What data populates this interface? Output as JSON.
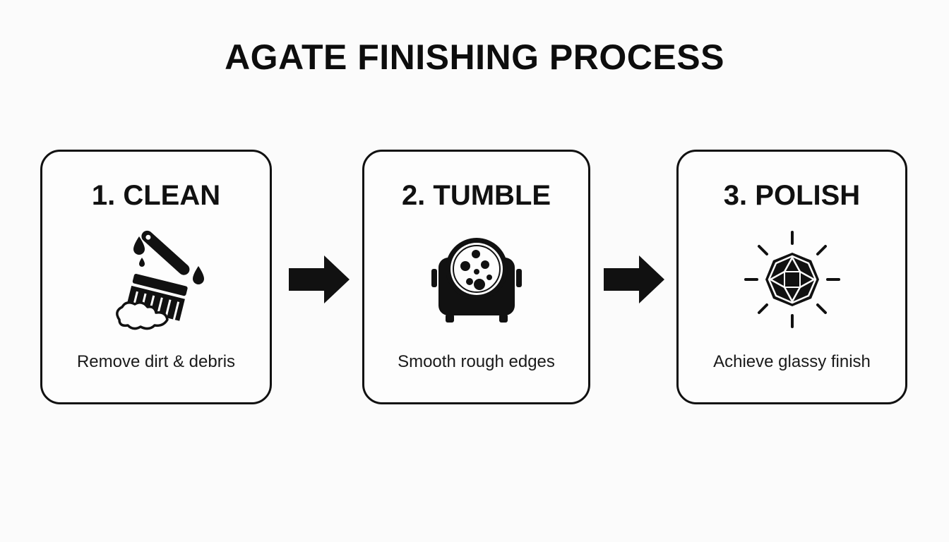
{
  "title": "AGATE FINISHING PROCESS",
  "steps": [
    {
      "title": "1. CLEAN",
      "description": "Remove dirt & debris",
      "icon": "brush-icon"
    },
    {
      "title": "2. TUMBLE",
      "description": "Smooth rough edges",
      "icon": "rock-tumbler-icon"
    },
    {
      "title": "3. POLISH",
      "description": "Achieve glassy finish",
      "icon": "sparkling-gem-icon"
    }
  ],
  "arrows": [
    "arrow-right-icon",
    "arrow-right-icon"
  ],
  "colors": {
    "ink": "#111111",
    "background": "#fbfbfb"
  }
}
